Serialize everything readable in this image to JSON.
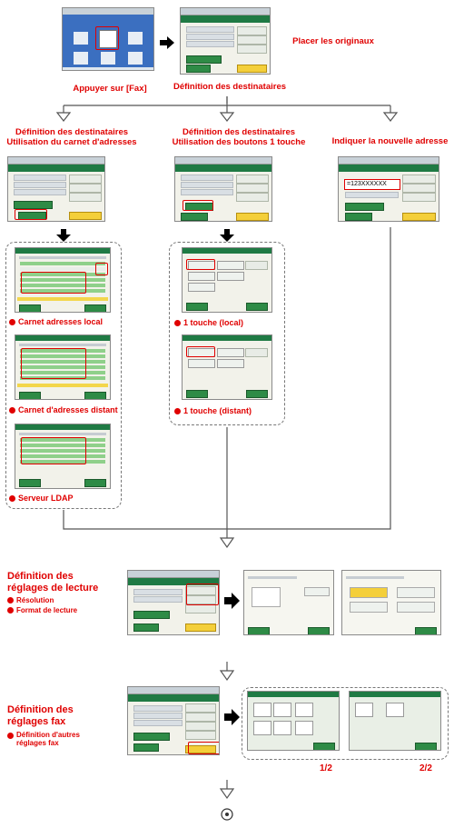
{
  "steps": {
    "place_originals": "Placer les originaux",
    "press_fax": "Appuyer sur [Fax]",
    "define_destinations": "Définition des destinataires"
  },
  "branches": {
    "address_book": "Définition des destinataires\nUtilisation du carnet d'adresses",
    "one_touch": "Définition des destinataires\nUtilisation des boutons 1 touche",
    "new_address": "Indiquer la nouvelle adresse"
  },
  "address_book_options": {
    "local": "Carnet adresses local",
    "remote": "Carnet d'adresses distant",
    "ldap": "Serveur LDAP"
  },
  "one_touch_options": {
    "local": "1 touche (local)",
    "remote": "1 touche (distant)"
  },
  "new_address_number": "=123XXXXXX",
  "reading_settings": {
    "title": "Définition des réglages de lecture",
    "items": [
      "Résolution",
      "Format de lecture"
    ]
  },
  "fax_settings": {
    "title": "Définition des réglages fax",
    "items": [
      "Définition d'autres réglages fax"
    ]
  },
  "page_indicators": [
    "1/2",
    "2/2"
  ],
  "colors": {
    "accent_red": "#e00000",
    "ui_green": "#1f7a44",
    "option_yellow": "#f4cf3a"
  }
}
